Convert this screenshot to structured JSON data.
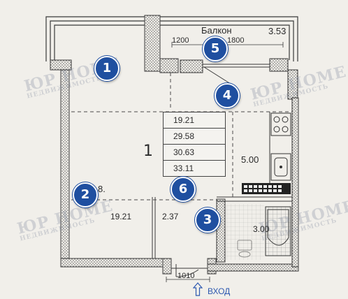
{
  "balcony": {
    "label": "Балкон",
    "area": "3.53",
    "dim_left": "1200",
    "dim_right": "1800"
  },
  "room": {
    "number": "1",
    "area": "5.00",
    "partial_label": "8.",
    "area_left": "19.21",
    "hall_area": "2.37",
    "bath_area": "3.00"
  },
  "area_table": [
    "19.21",
    "29.58",
    "30.63",
    "33.11"
  ],
  "door_dim": "1010",
  "entry": {
    "label": "ВХОД"
  },
  "markers": [
    "1",
    "2",
    "3",
    "4",
    "5",
    "6"
  ],
  "watermark": {
    "logo": "ЮР HOME",
    "subtitle": "НЕДВИЖИМОСТЬ"
  },
  "colors": {
    "marker": "#1f4fa0",
    "entry": "#2e59b0",
    "walls": "#3a3a3a"
  }
}
